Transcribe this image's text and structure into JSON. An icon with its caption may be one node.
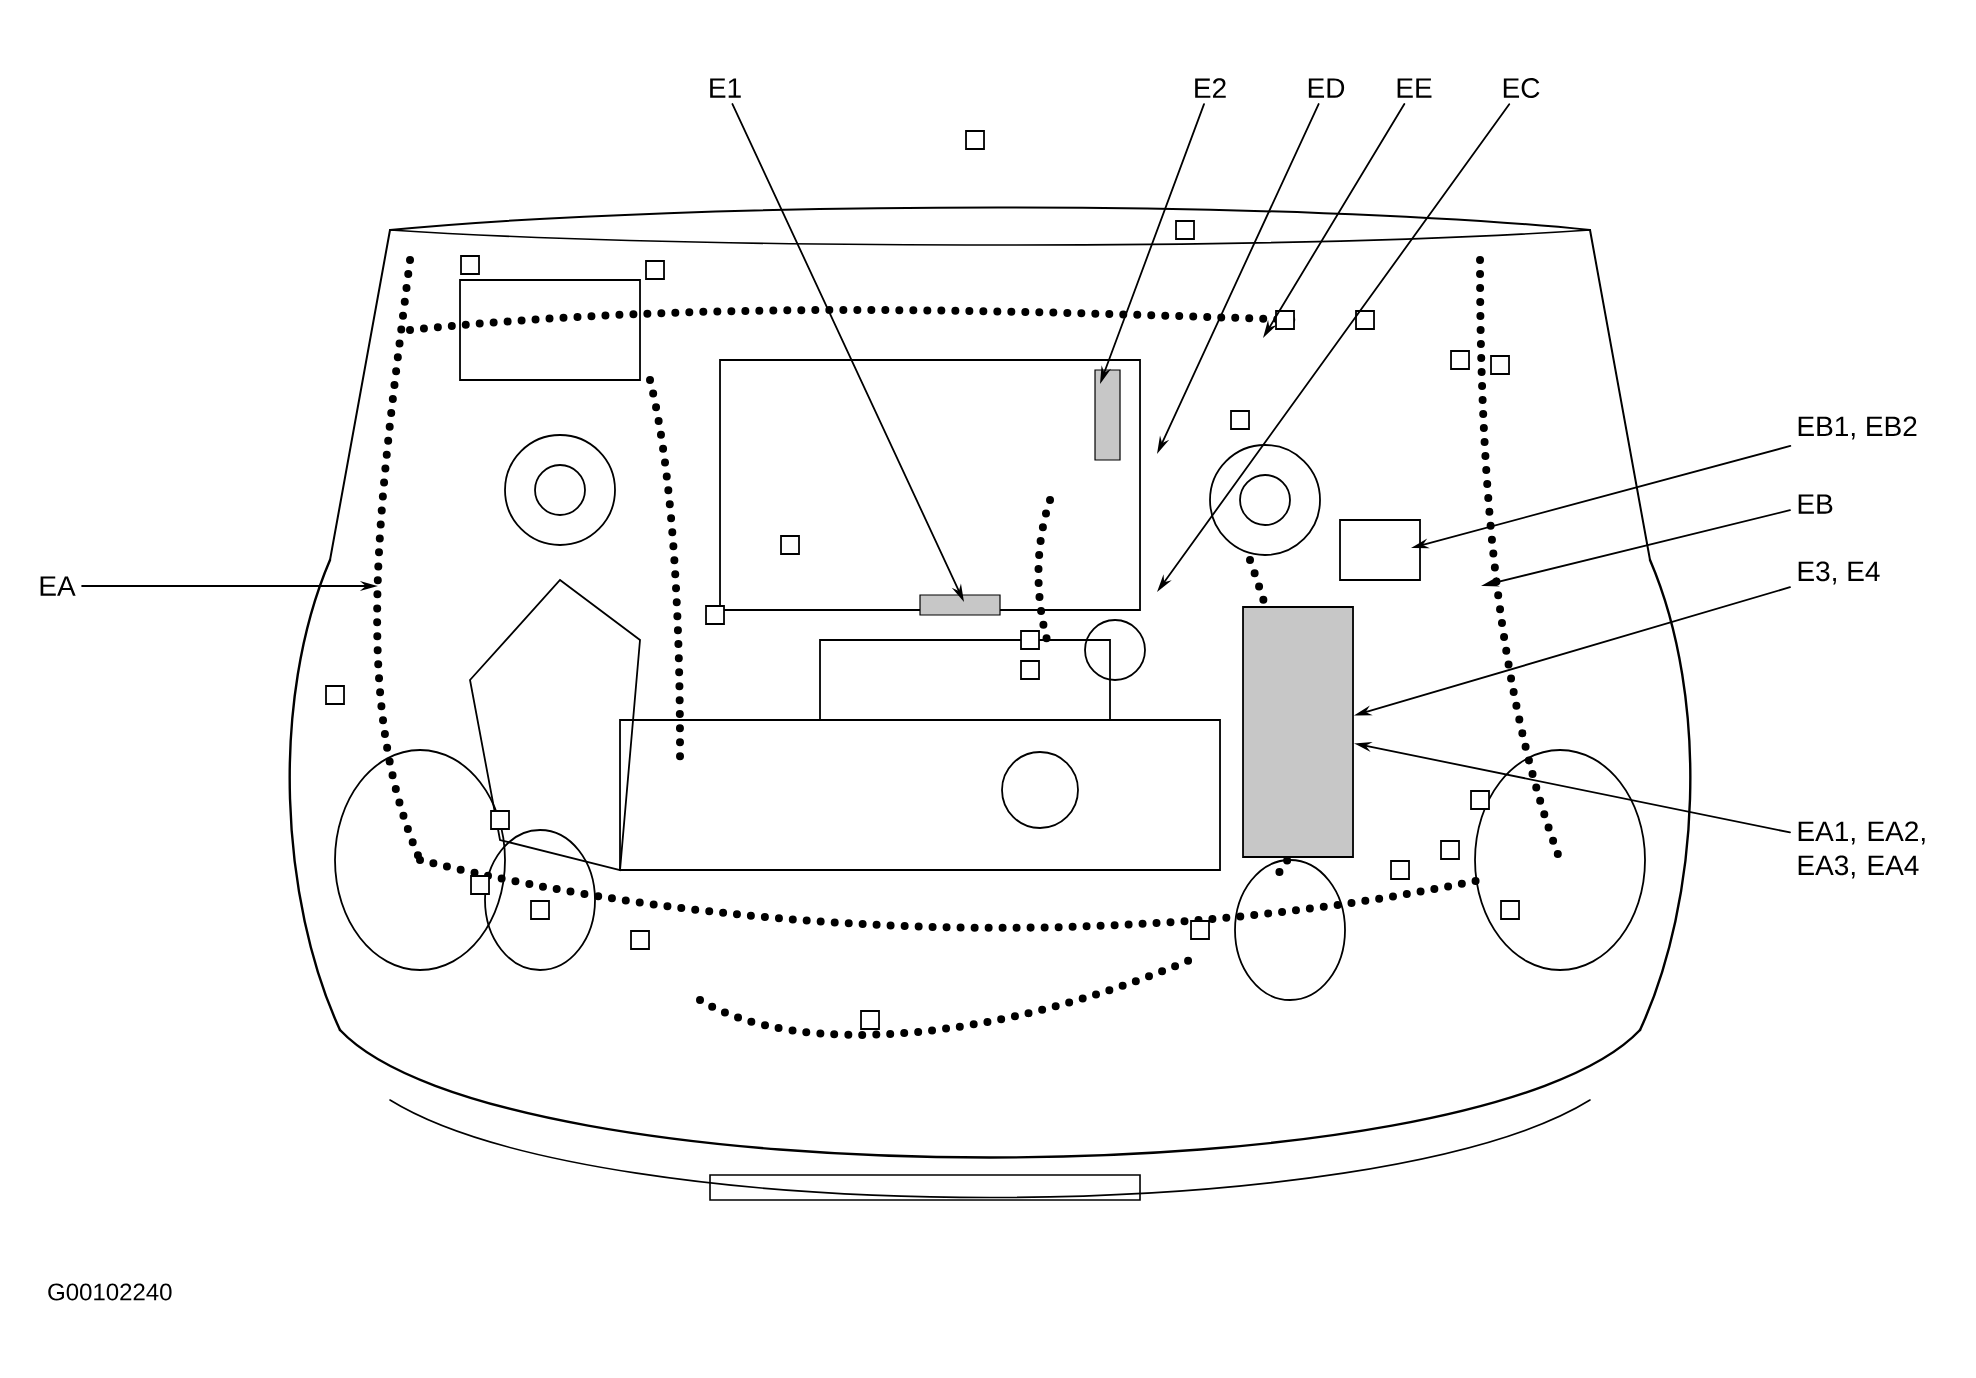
{
  "diagram": {
    "nodes": [
      {
        "text": [
          "E1"
        ]
      },
      {
        "text": [
          "E2"
        ]
      },
      {
        "text": [
          "ED"
        ]
      },
      {
        "text": [
          "EE"
        ]
      },
      {
        "text": [
          "EC"
        ]
      },
      {
        "text": [
          "EA"
        ]
      },
      {
        "text": [
          "EB1, EB2"
        ]
      },
      {
        "text": [
          "EB"
        ]
      },
      {
        "text": [
          "E3, E4"
        ]
      },
      {
        "text": [
          "EA1, EA2, EA3, EA4"
        ]
      },
      {
        "text": [],
        "shape": "box"
      }
    ],
    "edges": [
      {
        "from": 0,
        "to": null,
        "arrow": "to"
      },
      {
        "from": 1,
        "to": null,
        "arrow": "to"
      },
      {
        "from": 2,
        "to": null,
        "arrow": "to"
      },
      {
        "from": 3,
        "to": null,
        "arrow": "to"
      },
      {
        "from": 4,
        "to": null,
        "arrow": "to"
      },
      {
        "from": 5,
        "to": null,
        "arrow": "to"
      },
      {
        "from": 6,
        "to": null,
        "arrow": "to"
      },
      {
        "from": 7,
        "to": null,
        "arrow": "to"
      },
      {
        "from": 8,
        "to": 10,
        "arrow": "to"
      },
      {
        "from": 9,
        "to": 10,
        "arrow": "to"
      }
    ],
    "labels": [
      "G00102240"
    ]
  }
}
